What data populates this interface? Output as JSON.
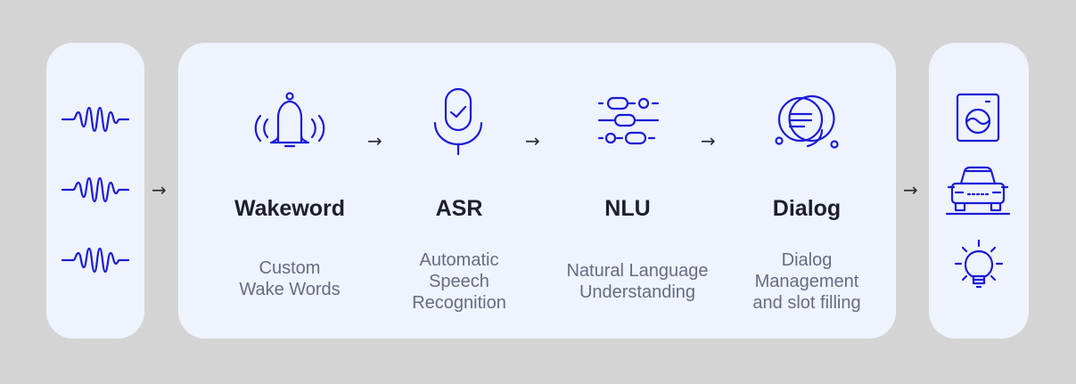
{
  "stages": [
    {
      "title": "Wakeword",
      "desc": "Custom\nWake Words",
      "icon": "bell-icon"
    },
    {
      "title": "ASR",
      "desc": "Automatic\nSpeech\nRecognition",
      "icon": "microphone-check-icon"
    },
    {
      "title": "NLU",
      "desc": "Natural Language\nUnderstanding",
      "icon": "nlu-tokens-icon"
    },
    {
      "title": "Dialog",
      "desc": "Dialog\nManagement\nand slot filling",
      "icon": "chat-bubble-icon"
    }
  ],
  "arrow_glyph": "→",
  "inputs": [
    "sound-wave-icon",
    "sound-wave-icon",
    "sound-wave-icon"
  ],
  "outputs": [
    "washing-machine-icon",
    "car-icon",
    "light-bulb-icon"
  ],
  "colors": {
    "accent": "#1b1bd6",
    "panel": "#eef3fd",
    "background": "#d4d4d4"
  }
}
